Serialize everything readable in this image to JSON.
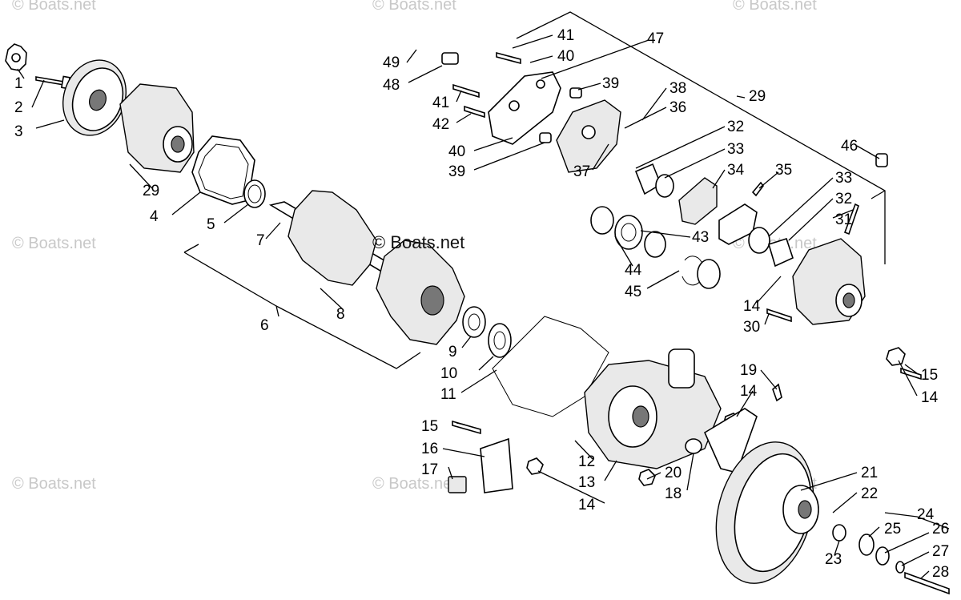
{
  "watermark": {
    "text": "© Boats.net",
    "center_text": "© Boats.net"
  },
  "callouts": [
    {
      "id": "c1",
      "label": "1"
    },
    {
      "id": "c2",
      "label": "2"
    },
    {
      "id": "c3",
      "label": "3"
    },
    {
      "id": "c29a",
      "label": "29"
    },
    {
      "id": "c4",
      "label": "4"
    },
    {
      "id": "c5",
      "label": "5"
    },
    {
      "id": "c7",
      "label": "7"
    },
    {
      "id": "c6",
      "label": "6"
    },
    {
      "id": "c8",
      "label": "8"
    },
    {
      "id": "c9",
      "label": "9"
    },
    {
      "id": "c10",
      "label": "10"
    },
    {
      "id": "c11",
      "label": "11"
    },
    {
      "id": "c41a",
      "label": "41"
    },
    {
      "id": "c40a",
      "label": "40"
    },
    {
      "id": "c47",
      "label": "47"
    },
    {
      "id": "c49",
      "label": "49"
    },
    {
      "id": "c48",
      "label": "48"
    },
    {
      "id": "c39a",
      "label": "39"
    },
    {
      "id": "c38",
      "label": "38"
    },
    {
      "id": "c41b",
      "label": "41"
    },
    {
      "id": "c36",
      "label": "36"
    },
    {
      "id": "c29b",
      "label": "29"
    },
    {
      "id": "c42",
      "label": "42"
    },
    {
      "id": "c32a",
      "label": "32"
    },
    {
      "id": "c40b",
      "label": "40"
    },
    {
      "id": "c33a",
      "label": "33"
    },
    {
      "id": "c39b",
      "label": "39"
    },
    {
      "id": "c37",
      "label": "37"
    },
    {
      "id": "c34",
      "label": "34"
    },
    {
      "id": "c35",
      "label": "35"
    },
    {
      "id": "c33b",
      "label": "33"
    },
    {
      "id": "c46",
      "label": "46"
    },
    {
      "id": "c32b",
      "label": "32"
    },
    {
      "id": "c31",
      "label": "31"
    },
    {
      "id": "c43",
      "label": "43"
    },
    {
      "id": "c44",
      "label": "44"
    },
    {
      "id": "c45",
      "label": "45"
    },
    {
      "id": "c14a",
      "label": "14"
    },
    {
      "id": "c30",
      "label": "30"
    },
    {
      "id": "c15a",
      "label": "15"
    },
    {
      "id": "c14b",
      "label": "14"
    },
    {
      "id": "c19",
      "label": "19"
    },
    {
      "id": "c14c",
      "label": "14"
    },
    {
      "id": "c15b",
      "label": "15"
    },
    {
      "id": "c16",
      "label": "16"
    },
    {
      "id": "c17",
      "label": "17"
    },
    {
      "id": "c12",
      "label": "12"
    },
    {
      "id": "c13",
      "label": "13"
    },
    {
      "id": "c14d",
      "label": "14"
    },
    {
      "id": "c20",
      "label": "20"
    },
    {
      "id": "c18",
      "label": "18"
    },
    {
      "id": "c21",
      "label": "21"
    },
    {
      "id": "c22",
      "label": "22"
    },
    {
      "id": "c24",
      "label": "24"
    },
    {
      "id": "c25",
      "label": "25"
    },
    {
      "id": "c26",
      "label": "26"
    },
    {
      "id": "c23",
      "label": "23"
    },
    {
      "id": "c27",
      "label": "27"
    },
    {
      "id": "c28",
      "label": "28"
    }
  ]
}
